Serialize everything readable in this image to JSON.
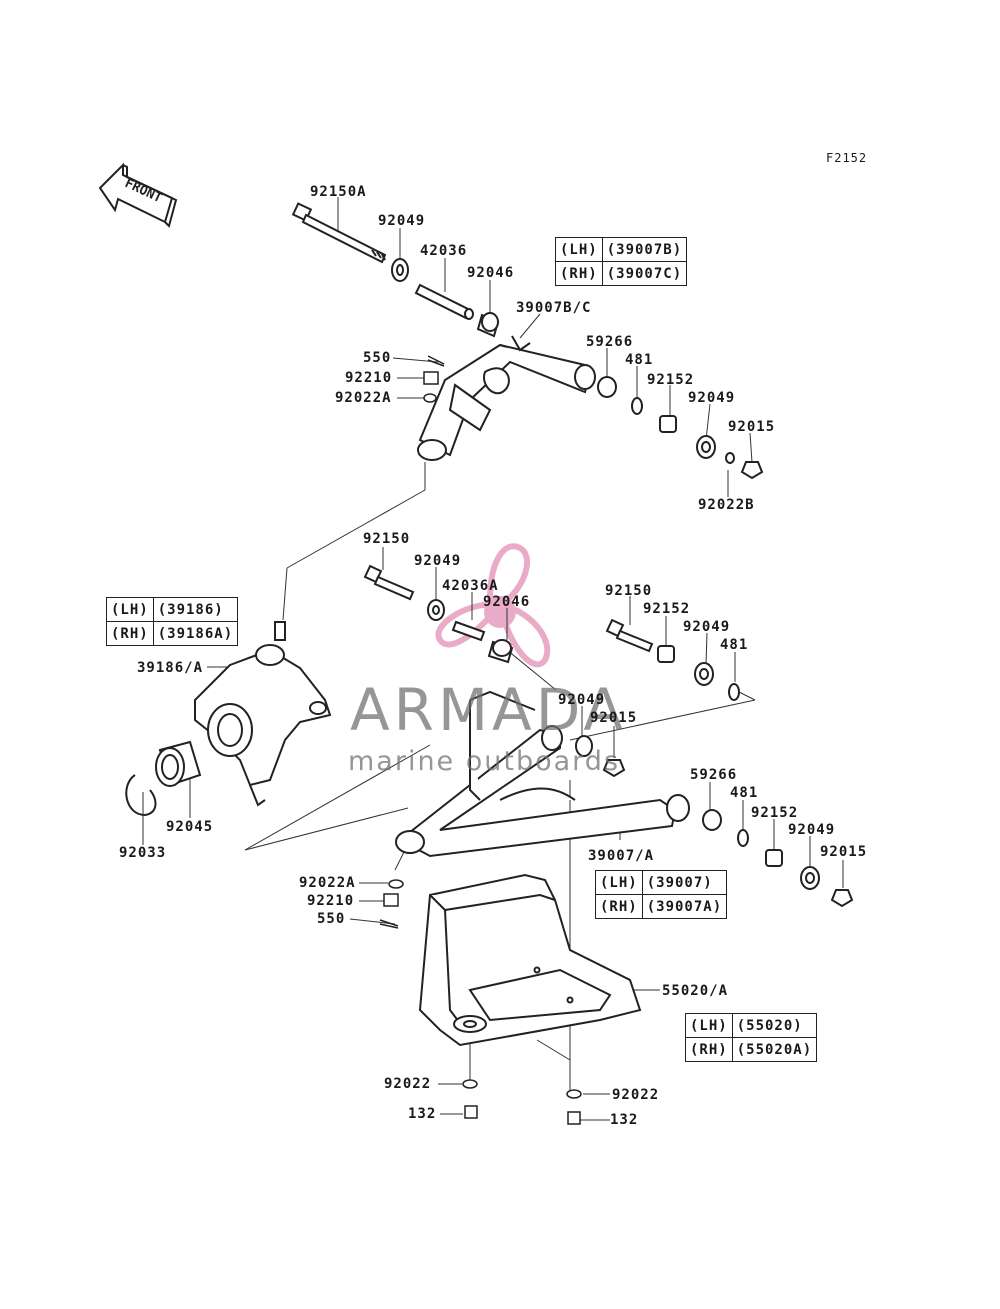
{
  "diagram": {
    "code": "F2152",
    "front_label": "FRONT"
  },
  "watermark": {
    "title": "ARMADA",
    "subtitle": "marine outboards",
    "logo_color": "#e8a3c3"
  },
  "part_labels": [
    {
      "id": "92150A-top",
      "text": "92150A"
    },
    {
      "id": "92049-a",
      "text": "92049"
    },
    {
      "id": "42036",
      "text": "42036"
    },
    {
      "id": "92046-a",
      "text": "92046"
    },
    {
      "id": "39007BC",
      "text": "39007B/C"
    },
    {
      "id": "59266-a",
      "text": "59266"
    },
    {
      "id": "481-a",
      "text": "481"
    },
    {
      "id": "92152-a",
      "text": "92152"
    },
    {
      "id": "92049-b",
      "text": "92049"
    },
    {
      "id": "92015-a",
      "text": "92015"
    },
    {
      "id": "92022B",
      "text": "92022B"
    },
    {
      "id": "550-a",
      "text": "550"
    },
    {
      "id": "92210-a",
      "text": "92210"
    },
    {
      "id": "92022A-a",
      "text": "92022A"
    },
    {
      "id": "92150-a",
      "text": "92150"
    },
    {
      "id": "92049-c",
      "text": "92049"
    },
    {
      "id": "42036A",
      "text": "42036A"
    },
    {
      "id": "92046-b",
      "text": "92046"
    },
    {
      "id": "92150-b",
      "text": "92150"
    },
    {
      "id": "92152-b",
      "text": "92152"
    },
    {
      "id": "92049-d",
      "text": "92049"
    },
    {
      "id": "481-b",
      "text": "481"
    },
    {
      "id": "39186A",
      "text": "39186/A"
    },
    {
      "id": "92049-e",
      "text": "92049"
    },
    {
      "id": "92015-b",
      "text": "92015"
    },
    {
      "id": "59266-b",
      "text": "59266"
    },
    {
      "id": "481-c",
      "text": "481"
    },
    {
      "id": "92152-c",
      "text": "92152"
    },
    {
      "id": "92049-f",
      "text": "92049"
    },
    {
      "id": "92015-c",
      "text": "92015"
    },
    {
      "id": "92045",
      "text": "92045"
    },
    {
      "id": "92033",
      "text": "92033"
    },
    {
      "id": "39007A",
      "text": "39007/A"
    },
    {
      "id": "92022A-b",
      "text": "92022A"
    },
    {
      "id": "92210-b",
      "text": "92210"
    },
    {
      "id": "550-b",
      "text": "550"
    },
    {
      "id": "55020A",
      "text": "55020/A"
    },
    {
      "id": "92022-a",
      "text": "92022"
    },
    {
      "id": "92022-b",
      "text": "92022"
    },
    {
      "id": "132-a",
      "text": "132"
    },
    {
      "id": "132-b",
      "text": "132"
    }
  ],
  "variant_tables": [
    {
      "id": "upper-arm",
      "rows": [
        {
          "side": "(LH)",
          "part": "(39007B)"
        },
        {
          "side": "(RH)",
          "part": "(39007C)"
        }
      ]
    },
    {
      "id": "knuckle",
      "rows": [
        {
          "side": "(LH)",
          "part": "(39186)"
        },
        {
          "side": "(RH)",
          "part": "(39186A)"
        }
      ]
    },
    {
      "id": "lower-arm",
      "rows": [
        {
          "side": "(LH)",
          "part": "(39007)"
        },
        {
          "side": "(RH)",
          "part": "(39007A)"
        }
      ]
    },
    {
      "id": "guard",
      "rows": [
        {
          "side": "(LH)",
          "part": "(55020)"
        },
        {
          "side": "(RH)",
          "part": "(55020A)"
        }
      ]
    }
  ]
}
